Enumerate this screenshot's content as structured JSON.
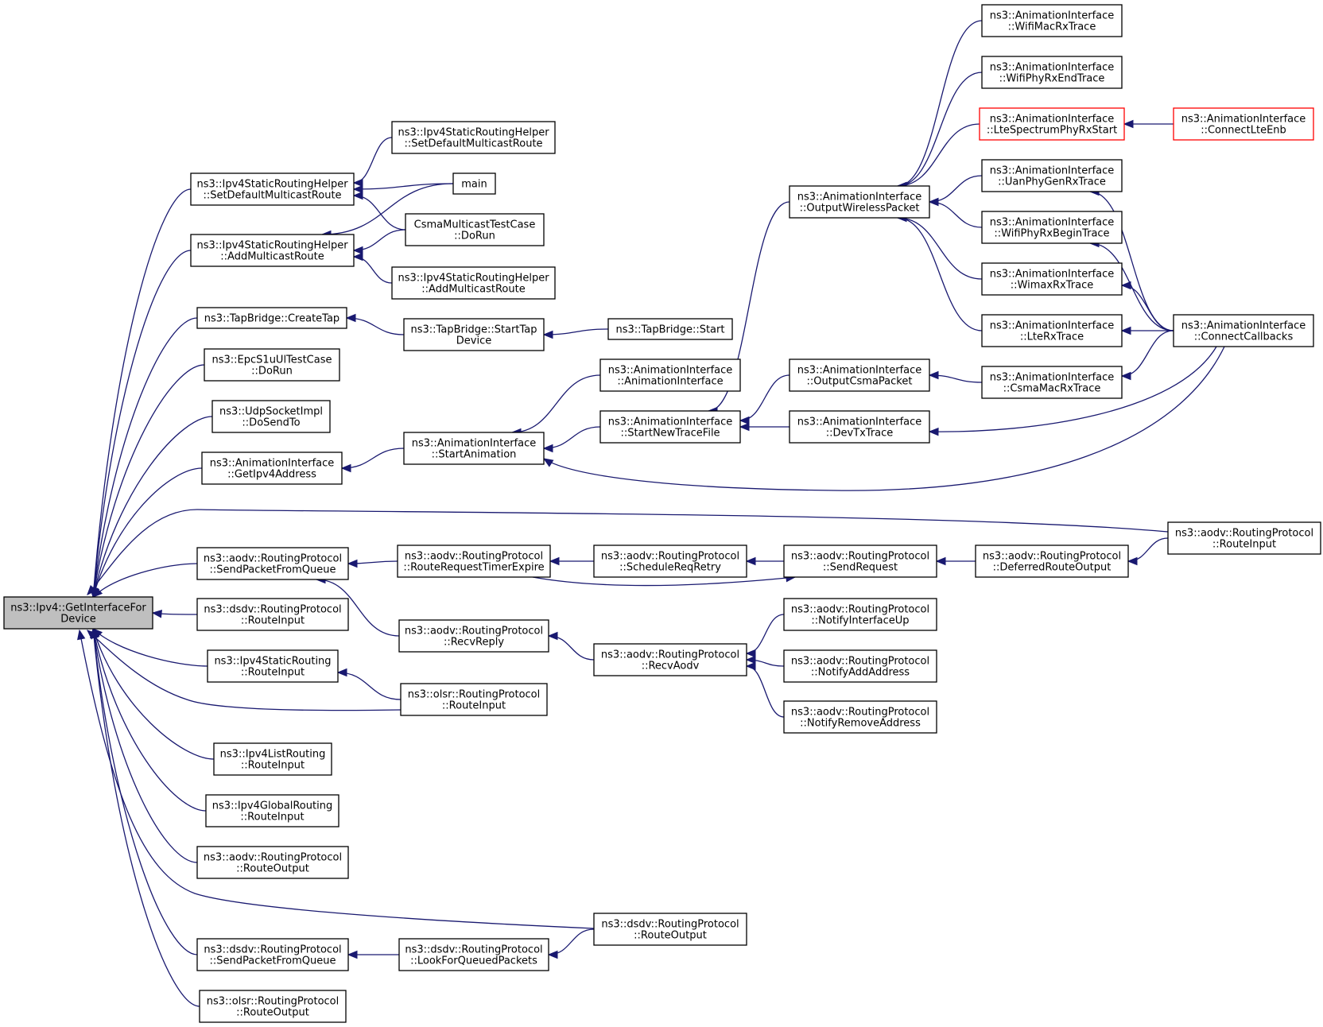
{
  "colors": {
    "edge": "#191970",
    "root_fill": "#bfbfbf",
    "highlight_border": "#ff0000"
  },
  "nodes": {
    "root": "ns3::Ipv4::GetInterfaceFor\nDevice",
    "ipv4sr_setdefmc": "ns3::Ipv4StaticRoutingHelper\n::SetDefaultMulticastRoute",
    "ipv4sr_addmc": "ns3::Ipv4StaticRoutingHelper\n::AddMulticastRoute",
    "tap_createtap": "ns3::TapBridge::CreateTap",
    "epc_dorun": "ns3::EpcS1uUlTestCase\n::DoRun",
    "udp_dosendto": "ns3::UdpSocketImpl\n::DoSendTo",
    "anim_getipv4": "ns3::AnimationInterface\n::GetIpv4Address",
    "aodv_sendpkt": "ns3::aodv::RoutingProtocol\n::SendPacketFromQueue",
    "dsdv_routeinput": "ns3::dsdv::RoutingProtocol\n::RouteInput",
    "ipv4static_routeinput": "ns3::Ipv4StaticRouting\n::RouteInput",
    "ipv4list_routeinput": "ns3::Ipv4ListRouting\n::RouteInput",
    "ipv4global_routeinput": "ns3::Ipv4GlobalRouting\n::RouteInput",
    "aodv_routeoutput": "ns3::aodv::RoutingProtocol\n::RouteOutput",
    "dsdv_sendpkt": "ns3::dsdv::RoutingProtocol\n::SendPacketFromQueue",
    "olsr_routeoutput": "ns3::olsr::RoutingProtocol\n::RouteOutput",
    "h_setdefmc2": "ns3::Ipv4StaticRoutingHelper\n::SetDefaultMulticastRoute",
    "main": "main",
    "csma_dorun": "CsmaMulticastTestCase\n::DoRun",
    "h_addmc2": "ns3::Ipv4StaticRoutingHelper\n::AddMulticastRoute",
    "tap_starttap": "ns3::TapBridge::StartTap\nDevice",
    "tap_start": "ns3::TapBridge::Start",
    "anim_startanim": "ns3::AnimationInterface\n::StartAnimation",
    "aodv_rrtimer": "ns3::aodv::RoutingProtocol\n::RouteRequestTimerExpire",
    "aodv_recvreply": "ns3::aodv::RoutingProtocol\n::RecvReply",
    "olsr_routeinput": "ns3::olsr::RoutingProtocol\n::RouteInput",
    "dsdv_lookfor": "ns3::dsdv::RoutingProtocol\n::LookForQueuedPackets",
    "anim_ctor": "ns3::AnimationInterface\n::AnimationInterface",
    "anim_starttrace": "ns3::AnimationInterface\n::StartNewTraceFile",
    "aodv_schedreq": "ns3::aodv::RoutingProtocol\n::ScheduleReqRetry",
    "aodv_recvaodv": "ns3::aodv::RoutingProtocol\n::RecvAodv",
    "dsdv_routeoutput": "ns3::dsdv::RoutingProtocol\n::RouteOutput",
    "anim_outwireless": "ns3::AnimationInterface\n::OutputWirelessPacket",
    "anim_outcsma": "ns3::AnimationInterface\n::OutputCsmaPacket",
    "anim_devtx": "ns3::AnimationInterface\n::DevTxTrace",
    "aodv_sendreq": "ns3::aodv::RoutingProtocol\n::SendRequest",
    "aodv_ifup": "ns3::aodv::RoutingProtocol\n::NotifyInterfaceUp",
    "aodv_addaddr": "ns3::aodv::RoutingProtocol\n::NotifyAddAddress",
    "aodv_rmaddr": "ns3::aodv::RoutingProtocol\n::NotifyRemoveAddress",
    "anim_wifimacrx": "ns3::AnimationInterface\n::WifiMacRxTrace",
    "anim_wifiphyend": "ns3::AnimationInterface\n::WifiPhyRxEndTrace",
    "anim_ltespec": "ns3::AnimationInterface\n::LteSpectrumPhyRxStart",
    "anim_uanphy": "ns3::AnimationInterface\n::UanPhyGenRxTrace",
    "anim_wifiphybegin": "ns3::AnimationInterface\n::WifiPhyRxBeginTrace",
    "anim_wimaxrx": "ns3::AnimationInterface\n::WimaxRxTrace",
    "anim_lterx": "ns3::AnimationInterface\n::LteRxTrace",
    "anim_csmamacrx": "ns3::AnimationInterface\n::CsmaMacRxTrace",
    "aodv_deferred": "ns3::aodv::RoutingProtocol\n::DeferredRouteOutput",
    "anim_connectlte": "ns3::AnimationInterface\n::ConnectLteEnb",
    "anim_connectcb": "ns3::AnimationInterface\n::ConnectCallbacks",
    "aodv_routeinput": "ns3::aodv::RoutingProtocol\n::RouteInput"
  }
}
